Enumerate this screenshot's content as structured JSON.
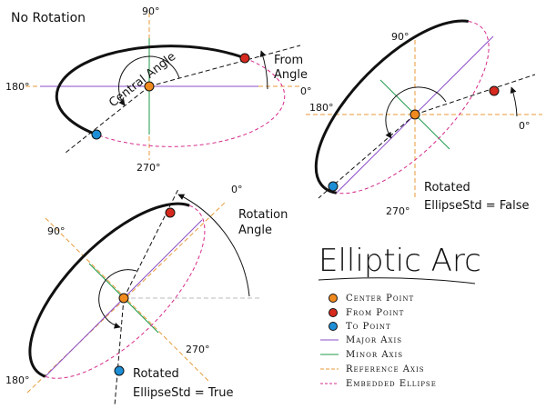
{
  "panel_no_rotation": {
    "title": "No Rotation",
    "deg_90": "90°",
    "deg_180": "180°",
    "deg_0": "0°",
    "deg_270": "270°",
    "central_angle": "Central Angle",
    "from_line1": "From",
    "from_line2": "Angle"
  },
  "panel_false": {
    "deg_90": "90°",
    "deg_180": "180°",
    "deg_0": "0°",
    "deg_270": "270°",
    "caption_line1": "Rotated",
    "caption_line2": "EllipseStd = False"
  },
  "panel_true": {
    "deg_0": "0°",
    "deg_90": "90°",
    "deg_180": "180°",
    "deg_270": "270°",
    "rotation_line1": "Rotation",
    "rotation_line2": "Angle",
    "caption_line1": "Rotated",
    "caption_line2": "EllipseStd = True"
  },
  "legend": {
    "title": "Elliptic Arc",
    "items": [
      {
        "label": "Center Point",
        "color": "#f08a1e"
      },
      {
        "label": "From Point",
        "color": "#d62a1e"
      },
      {
        "label": "To Point",
        "color": "#1e8fd6"
      },
      {
        "label": "Major Axis",
        "color": "#8a4fc8"
      },
      {
        "label": "Minor Axis",
        "color": "#1e9a4a"
      },
      {
        "label": "Reference Axis",
        "color": "#e89a3a"
      },
      {
        "label": "Embedded Ellipse",
        "color": "#d62a8a"
      }
    ]
  },
  "colors": {
    "arc": "#111111",
    "major_axis": "#8a4fc8",
    "minor_axis": "#1e9a4a",
    "reference_axis": "#e89a3a",
    "embedded_ellipse": "#d62a8a",
    "center": "#f08a1e",
    "from": "#d62a1e",
    "to": "#1e8fd6"
  }
}
